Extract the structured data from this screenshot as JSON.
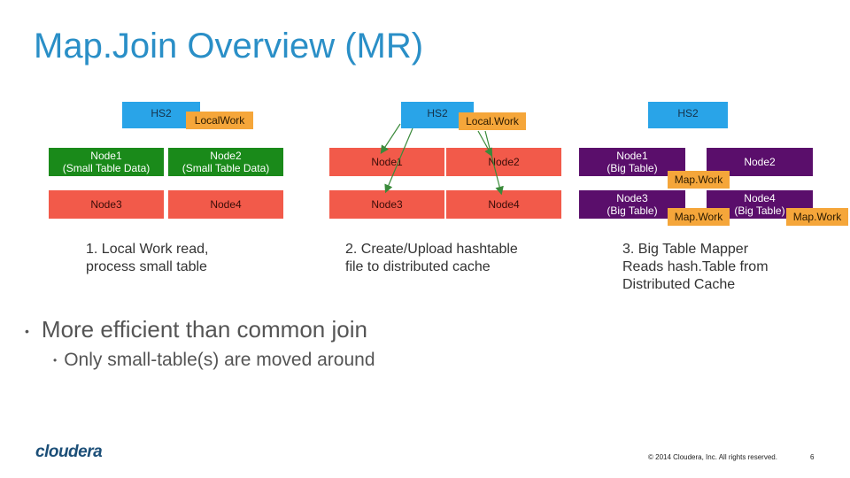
{
  "title": "Map.Join Overview (MR)",
  "panel1": {
    "hs2": "HS2",
    "localwork": "LocalWork",
    "node1": [
      "Node1",
      "(Small Table Data)"
    ],
    "node2": [
      "Node2",
      "(Small Table Data)"
    ],
    "node3": "Node3",
    "node4": "Node4",
    "caption": [
      "1. Local Work read,",
      "process small table"
    ]
  },
  "panel2": {
    "hs2": "HS2",
    "localwork": "Local.Work",
    "node1": "Node1",
    "node2": "Node2",
    "node3": "Node3",
    "node4": "Node4",
    "caption": [
      "2. Create/Upload hashtable",
      "file to distributed cache"
    ]
  },
  "panel3": {
    "hs2": "HS2",
    "node1": [
      "Node1",
      "(Big Table)"
    ],
    "node2": "Node2",
    "node3": [
      "Node3",
      "(Big Table)"
    ],
    "node4": [
      "Node4",
      "(Big Table)"
    ],
    "mapwork": "Map.Work",
    "caption": [
      "3. Big Table Mapper",
      "Reads hash.Table from",
      "Distributed Cache"
    ]
  },
  "bullets": {
    "main": "More efficient than common join",
    "sub": "Only small-table(s) are moved around"
  },
  "footer": {
    "logo": "cloudera",
    "copyright": "© 2014 Cloudera, Inc. All rights reserved.",
    "page": "6"
  },
  "colors": {
    "hs2": "#29a4e8",
    "localwork": "#f5a63a",
    "green": "#1a8a1a",
    "red": "#f25a4a",
    "purple": "#5a0e6b",
    "title": "#2a8fc7"
  }
}
